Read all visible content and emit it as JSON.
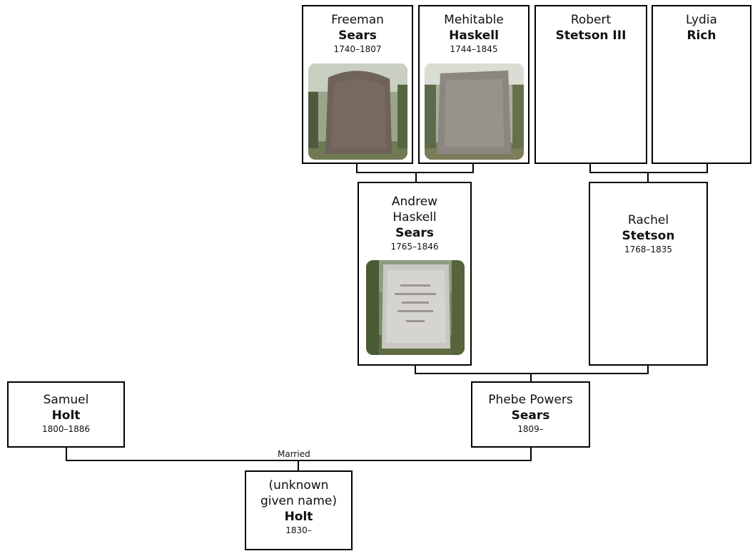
{
  "persons": {
    "freeman": {
      "given": "Freeman",
      "surname": "Sears",
      "dates": "1740–1807"
    },
    "mehitable": {
      "given": "Mehitable",
      "surname": "Haskell",
      "dates": "1744–1845"
    },
    "robert": {
      "given": "Robert",
      "surname": "Stetson III"
    },
    "lydia": {
      "given": "Lydia",
      "surname": "Rich"
    },
    "andrew": {
      "given1": "Andrew",
      "given2": "Haskell",
      "surname": "Sears",
      "dates": "1765–1846"
    },
    "rachel": {
      "given": "Rachel",
      "surname": "Stetson",
      "dates": "1768–1835"
    },
    "samuel": {
      "given": "Samuel",
      "surname": "Holt",
      "dates": "1800–1886"
    },
    "phebe": {
      "given": "Phebe Powers",
      "surname": "Sears",
      "dates": "1809–"
    },
    "child": {
      "given1": "(unknown",
      "given2": "given name)",
      "surname": "Holt",
      "dates": "1830–"
    }
  },
  "labels": {
    "married": "Married"
  },
  "photos": {
    "freeman": "gravestone-photo",
    "mehitable": "gravestone-photo",
    "andrew": "gravestone-photo"
  }
}
